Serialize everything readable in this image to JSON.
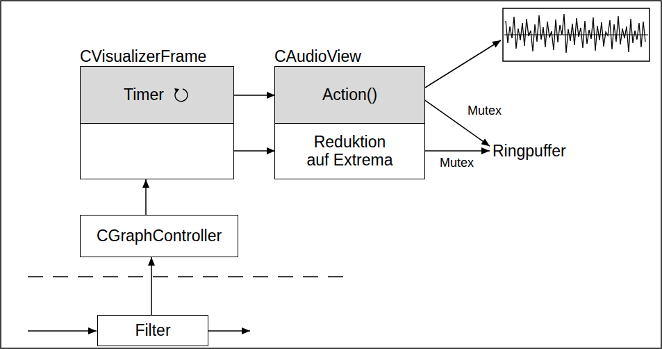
{
  "diagram": {
    "nodes": [
      {
        "text": [
          "CVisualizerFrame"
        ]
      },
      {
        "text": [
          "Timer"
        ],
        "in": 0
      },
      {
        "text": [
          "CAudioView"
        ]
      },
      {
        "text": [
          "Action()"
        ],
        "in": 2
      },
      {
        "text": [
          "Reduktion auf Extrema"
        ],
        "in": 2
      },
      {
        "text": [
          "Ringpuffer"
        ]
      },
      {
        "text": [
          "CGraphController"
        ]
      },
      {
        "text": [
          "Filter"
        ]
      }
    ],
    "edges": [
      {
        "from": 1,
        "to": 3,
        "arrow": "to"
      },
      {
        "from": 0,
        "to": 4,
        "arrow": "to"
      },
      {
        "from": 3,
        "to": 5,
        "arrow": "to",
        "label": "Mutex"
      },
      {
        "from": 4,
        "to": 5,
        "arrow": "to",
        "label": "Mutex"
      },
      {
        "from": 6,
        "to": 0,
        "arrow": "to"
      },
      {
        "from": 7,
        "to": 6,
        "arrow": "to"
      }
    ]
  }
}
